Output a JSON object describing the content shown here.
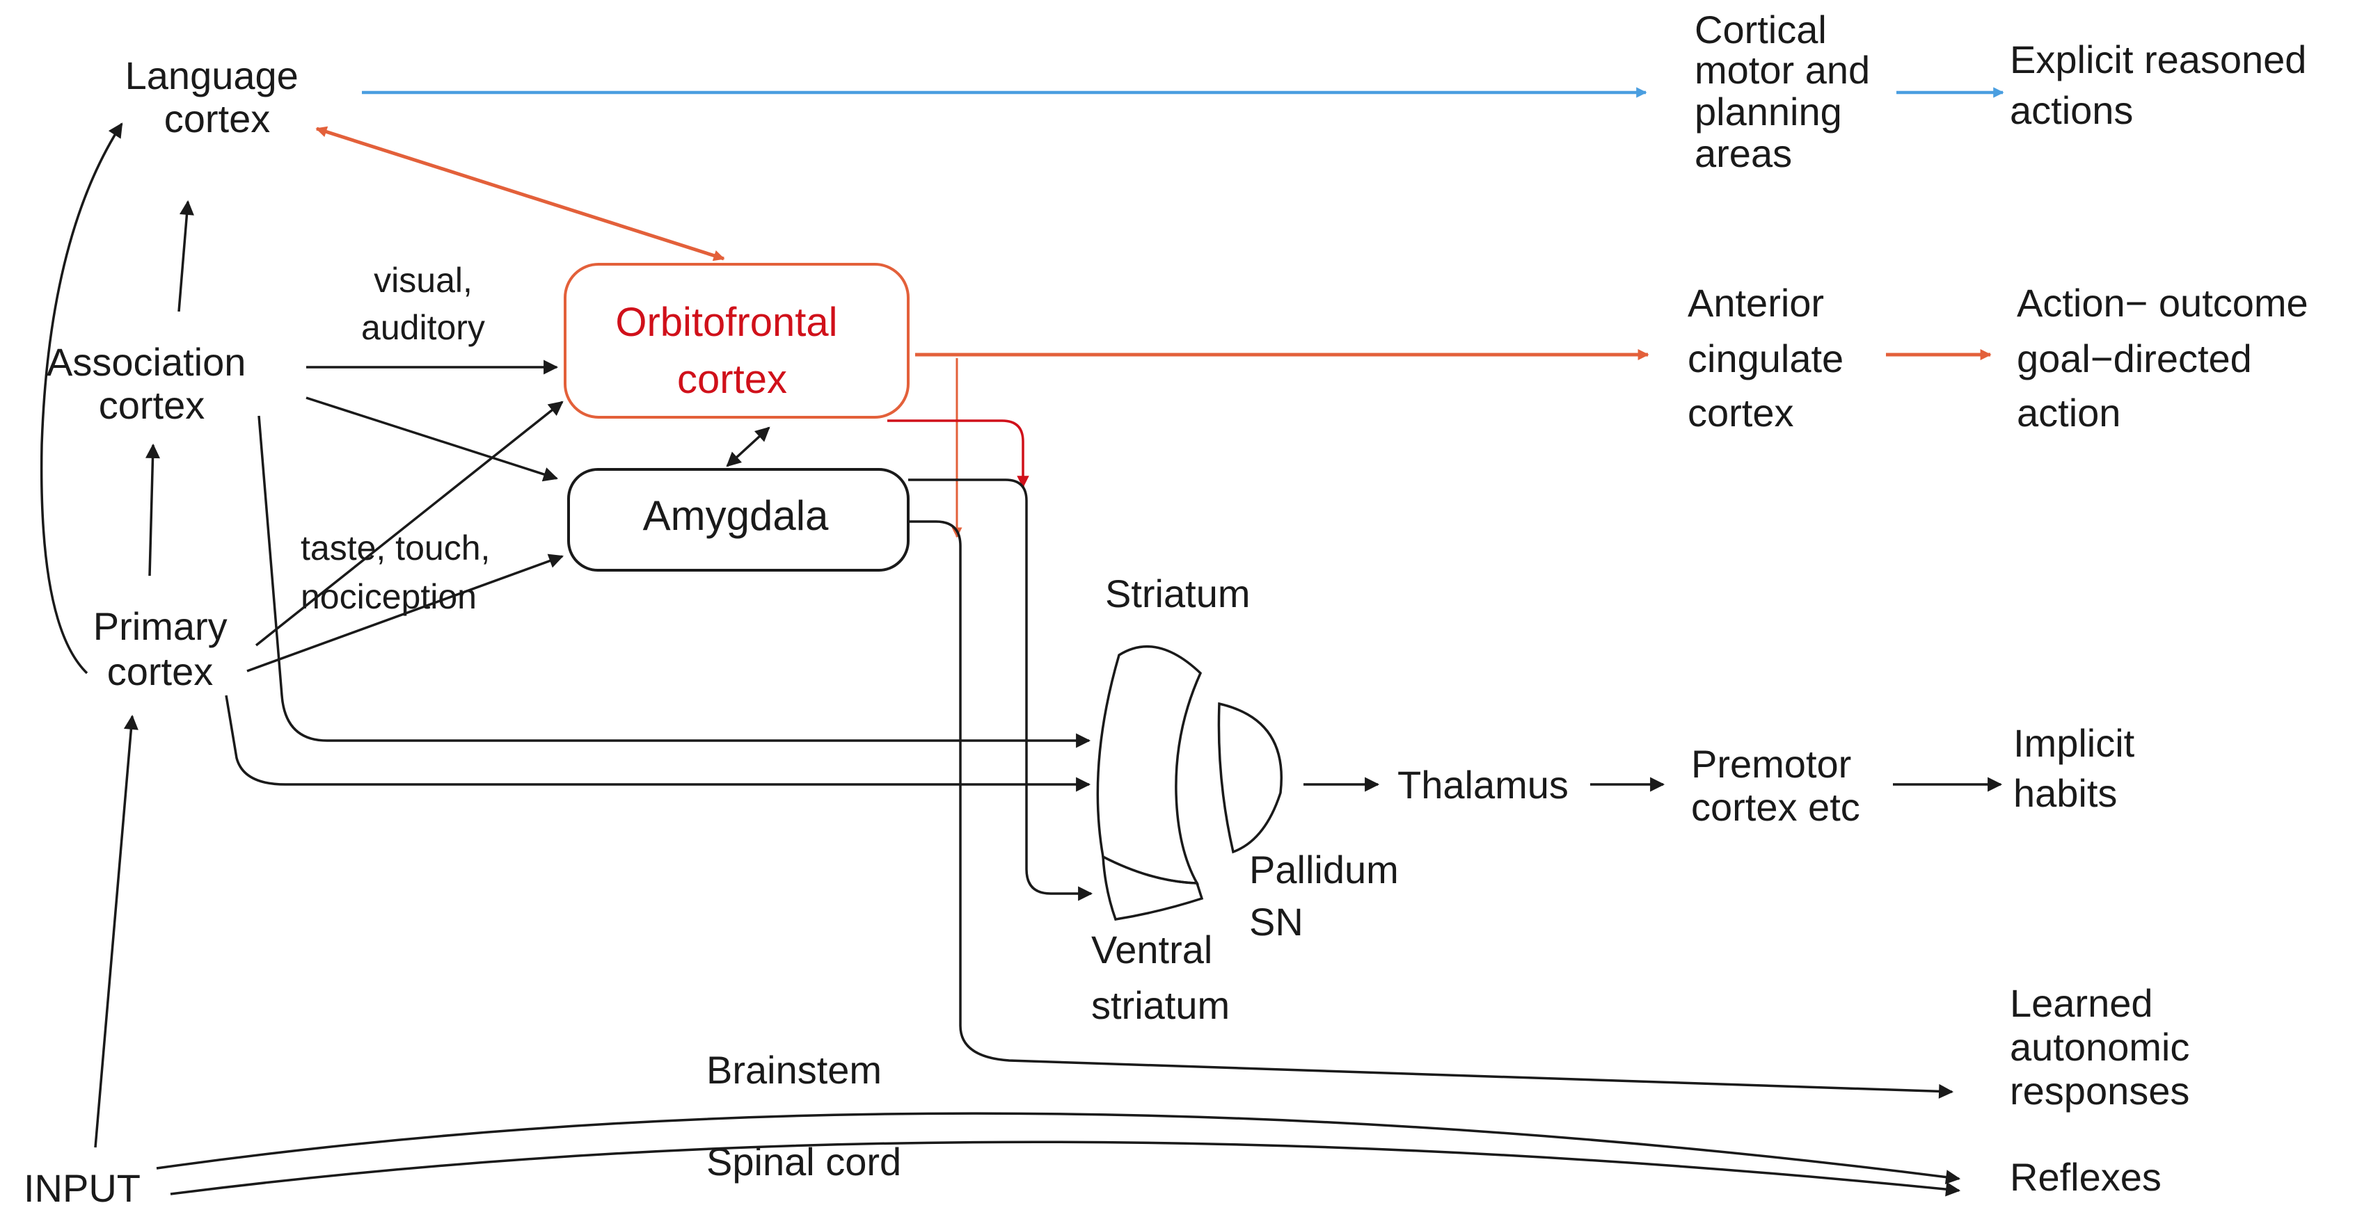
{
  "nodes": {
    "language_cortex": [
      "Language",
      "cortex"
    ],
    "association_cortex": [
      "Association",
      "cortex"
    ],
    "primary_cortex": [
      "Primary",
      "cortex"
    ],
    "input": "INPUT",
    "orbitofrontal_cortex": [
      "Orbitofrontal",
      "cortex"
    ],
    "amygdala": "Amygdala",
    "cortical_motor": [
      "Cortical",
      "motor and",
      "planning",
      "areas"
    ],
    "explicit_actions": [
      "Explicit reasoned",
      "actions"
    ],
    "anterior_cingulate": [
      "Anterior",
      "cingulate",
      "cortex"
    ],
    "action_outcome": [
      "Action− outcome",
      "goal−directed",
      "action"
    ],
    "striatum": "Striatum",
    "pallidum": [
      "Pallidum",
      "SN"
    ],
    "ventral_striatum": [
      "Ventral",
      "striatum"
    ],
    "thalamus": "Thalamus",
    "premotor": [
      "Premotor",
      "cortex etc"
    ],
    "implicit_habits": [
      "Implicit",
      "habits"
    ],
    "learned_autonomic": [
      "Learned",
      "autonomic",
      "responses"
    ],
    "reflexes": "Reflexes"
  },
  "edge_labels": {
    "visual_auditory": [
      "visual,",
      "auditory"
    ],
    "taste_touch": [
      "taste, touch,",
      "nociception"
    ],
    "brainstem": "Brainstem",
    "spinal_cord": "Spinal cord"
  },
  "colors": {
    "explicit_route": "#4a9ee0",
    "orbitofrontal_route": "#e3603a",
    "orbitofrontal_text": "#d0101a",
    "default": "#1a1a1a"
  }
}
